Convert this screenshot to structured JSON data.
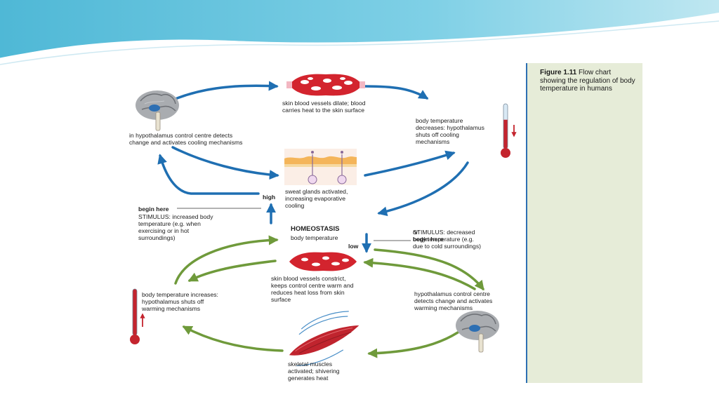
{
  "colors": {
    "blue_arrow": "#1f6fb2",
    "green_arrow": "#6f9a3b",
    "vessel_red": "#d3242e",
    "caption_bg": "#e6ecd8",
    "header_teal": "#5ec3dd"
  },
  "caption": {
    "figure_label": "Figure 1.11",
    "text": "Flow chart showing the regulation of body temperature in humans"
  },
  "labels": {
    "vessels_dilate": "skin blood vessels dilate; blood\ncarries heat to the skin surface",
    "hypothalamus_cooling": "in hypothalamus control centre detects\nchange and activates cooling mechanisms",
    "temp_decreases": "body temperature\ndecreases: hypothalamus\nshuts off cooling\nmechanisms",
    "sweat_glands": "sweat glands activated,\nincreasing evaporative\ncooling",
    "high": "high",
    "begin_here_1": "begin here",
    "stimulus_increased": "STIMULUS: increased body\ntemperature (e.g. when\nexercising or in hot\nsurroundings)",
    "homeostasis": "HOMEOSTASIS",
    "body_temperature": "body temperature",
    "or": "or",
    "begin_here_2": "begin here",
    "stimulus_decreased": "STIMULUS: decreased\nbody temperature (e.g.\ndue to cold surroundings)",
    "low": "low",
    "vessels_constrict": "skin blood vessels constrict,\nkeeps control centre warm and\nreduces heat loss from skin\nsurface",
    "temp_increases": "body temperature increases:\nhypothalamus shuts off\nwarming mechanisms",
    "hypothalamus_warming": "hypothalamus control centre\ndetects change and activates\nwarming mechanisms",
    "skeletal_muscles": "skeletal muscles\nactivated; shivering\ngenerates heat"
  },
  "icons": [
    "brain-icon",
    "blood-vessel-icon",
    "thermometer-icon",
    "skin-section-icon",
    "muscle-icon"
  ]
}
